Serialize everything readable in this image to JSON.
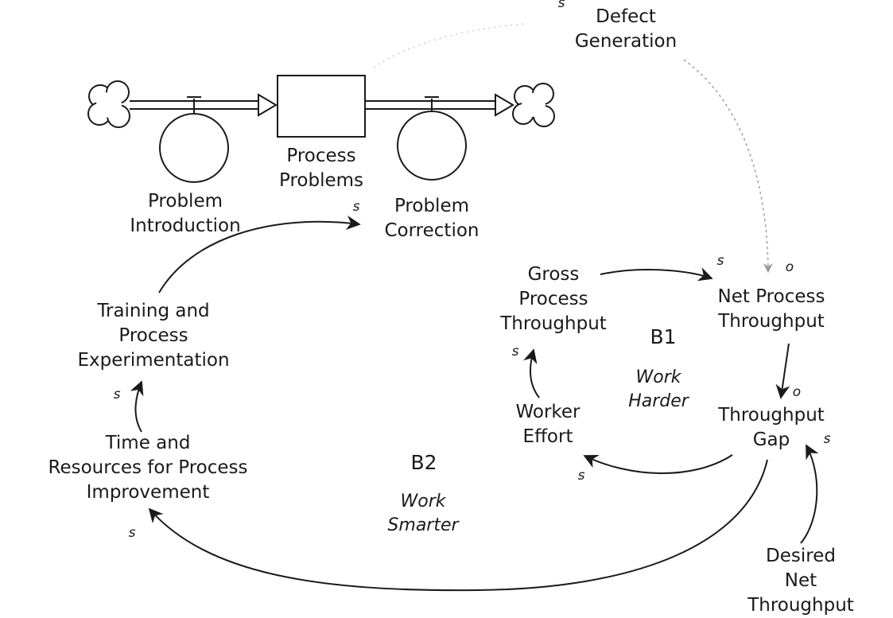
{
  "diagram": {
    "colors": {
      "ink": "#1a1a1a",
      "faint": "#9a9a9a",
      "background": "#ffffff"
    },
    "icons": [
      "cloud-source-icon",
      "cloud-sink-icon",
      "valve-icon",
      "arrowhead-icon"
    ],
    "stock": {
      "label": "Process\nProblems"
    },
    "flows": {
      "introduction": "Problem\nIntroduction",
      "correction": "Problem\nCorrection"
    },
    "variables": {
      "defect_generation": "Defect\nGeneration",
      "gross_throughput": "Gross\nProcess\nThroughput",
      "net_throughput": "Net Process\nThroughput",
      "throughput_gap": "Throughput\nGap",
      "worker_effort": "Worker\nEffort",
      "desired_throughput": "Desired Net\nThroughput",
      "training": "Training and\nProcess\nExperimentation",
      "time_resources": "Time and\nResources for Process\nImprovement"
    },
    "polarities": {
      "defect_generation": "s",
      "correction": "s",
      "gross_to_net": "s",
      "defect_to_net": "o",
      "net_to_gap": "o",
      "desired_to_gap": "s",
      "gap_to_effort": "s",
      "effort_to_gross": "s",
      "gap_to_time": "s",
      "time_to_training": "s"
    },
    "loops": {
      "b1": {
        "id": "B1",
        "name": "Work\nHarder"
      },
      "b2": {
        "id": "B2",
        "name": "Work\nSmarter"
      }
    }
  }
}
